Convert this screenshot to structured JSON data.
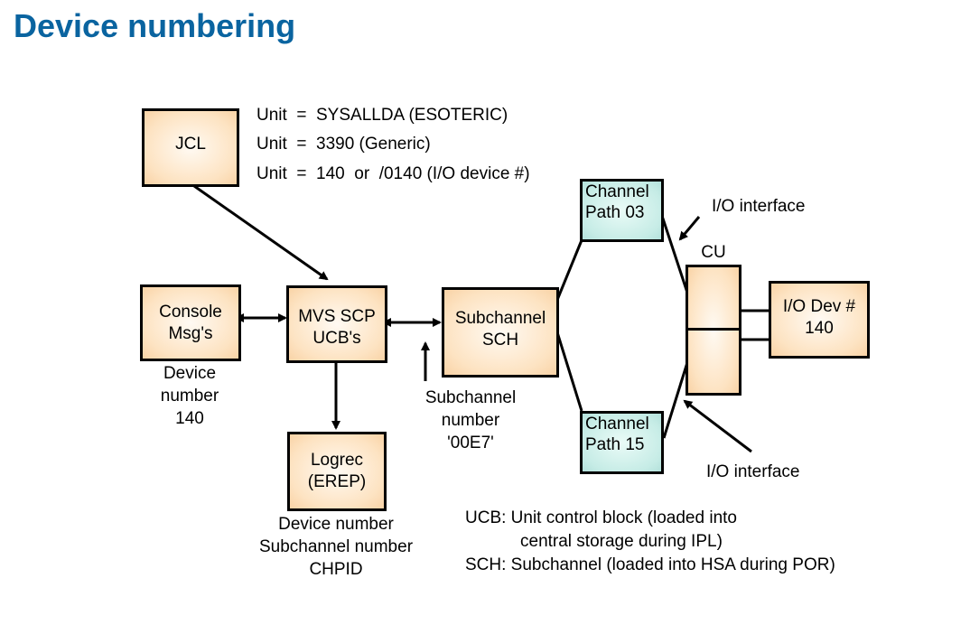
{
  "title": "Device numbering",
  "jcl": {
    "box_label": "JCL",
    "unit_lines": [
      "Unit  =  SYSALLDA (ESOTERIC)",
      "Unit  =  3390 (Generic)",
      "Unit  =  140  or  /0140 (I/O device #)"
    ]
  },
  "boxes": {
    "console": [
      "Console",
      "Msg's"
    ],
    "mvs": [
      "MVS SCP",
      "UCB's"
    ],
    "subchannel": [
      "Subchannel",
      "SCH"
    ],
    "logrec": [
      "Logrec",
      "(EREP)"
    ],
    "chp03": [
      "Channel",
      "Path 03"
    ],
    "chp15": [
      "Channel",
      "Path 15"
    ],
    "cu_label": "CU",
    "iodev": [
      "I/O Dev #",
      "140"
    ]
  },
  "annotations": {
    "console_device": [
      "Device",
      "number",
      "140"
    ],
    "subchannel_number": [
      "Subchannel",
      "number",
      "'00E7'"
    ],
    "logrec_fields": [
      "Device number",
      "Subchannel number",
      "CHPID"
    ],
    "io_interface_top": "I/O interface",
    "io_interface_bottom": "I/O interface"
  },
  "legend": {
    "ucb_line1": "UCB: Unit control block (loaded into",
    "ucb_line2": "central storage during IPL)",
    "sch_line": "SCH: Subchannel (loaded into HSA during POR)"
  },
  "colors": {
    "title": "#0a64a0",
    "box_fill": "#fde3c2",
    "channel_fill": "#c6ece6"
  }
}
